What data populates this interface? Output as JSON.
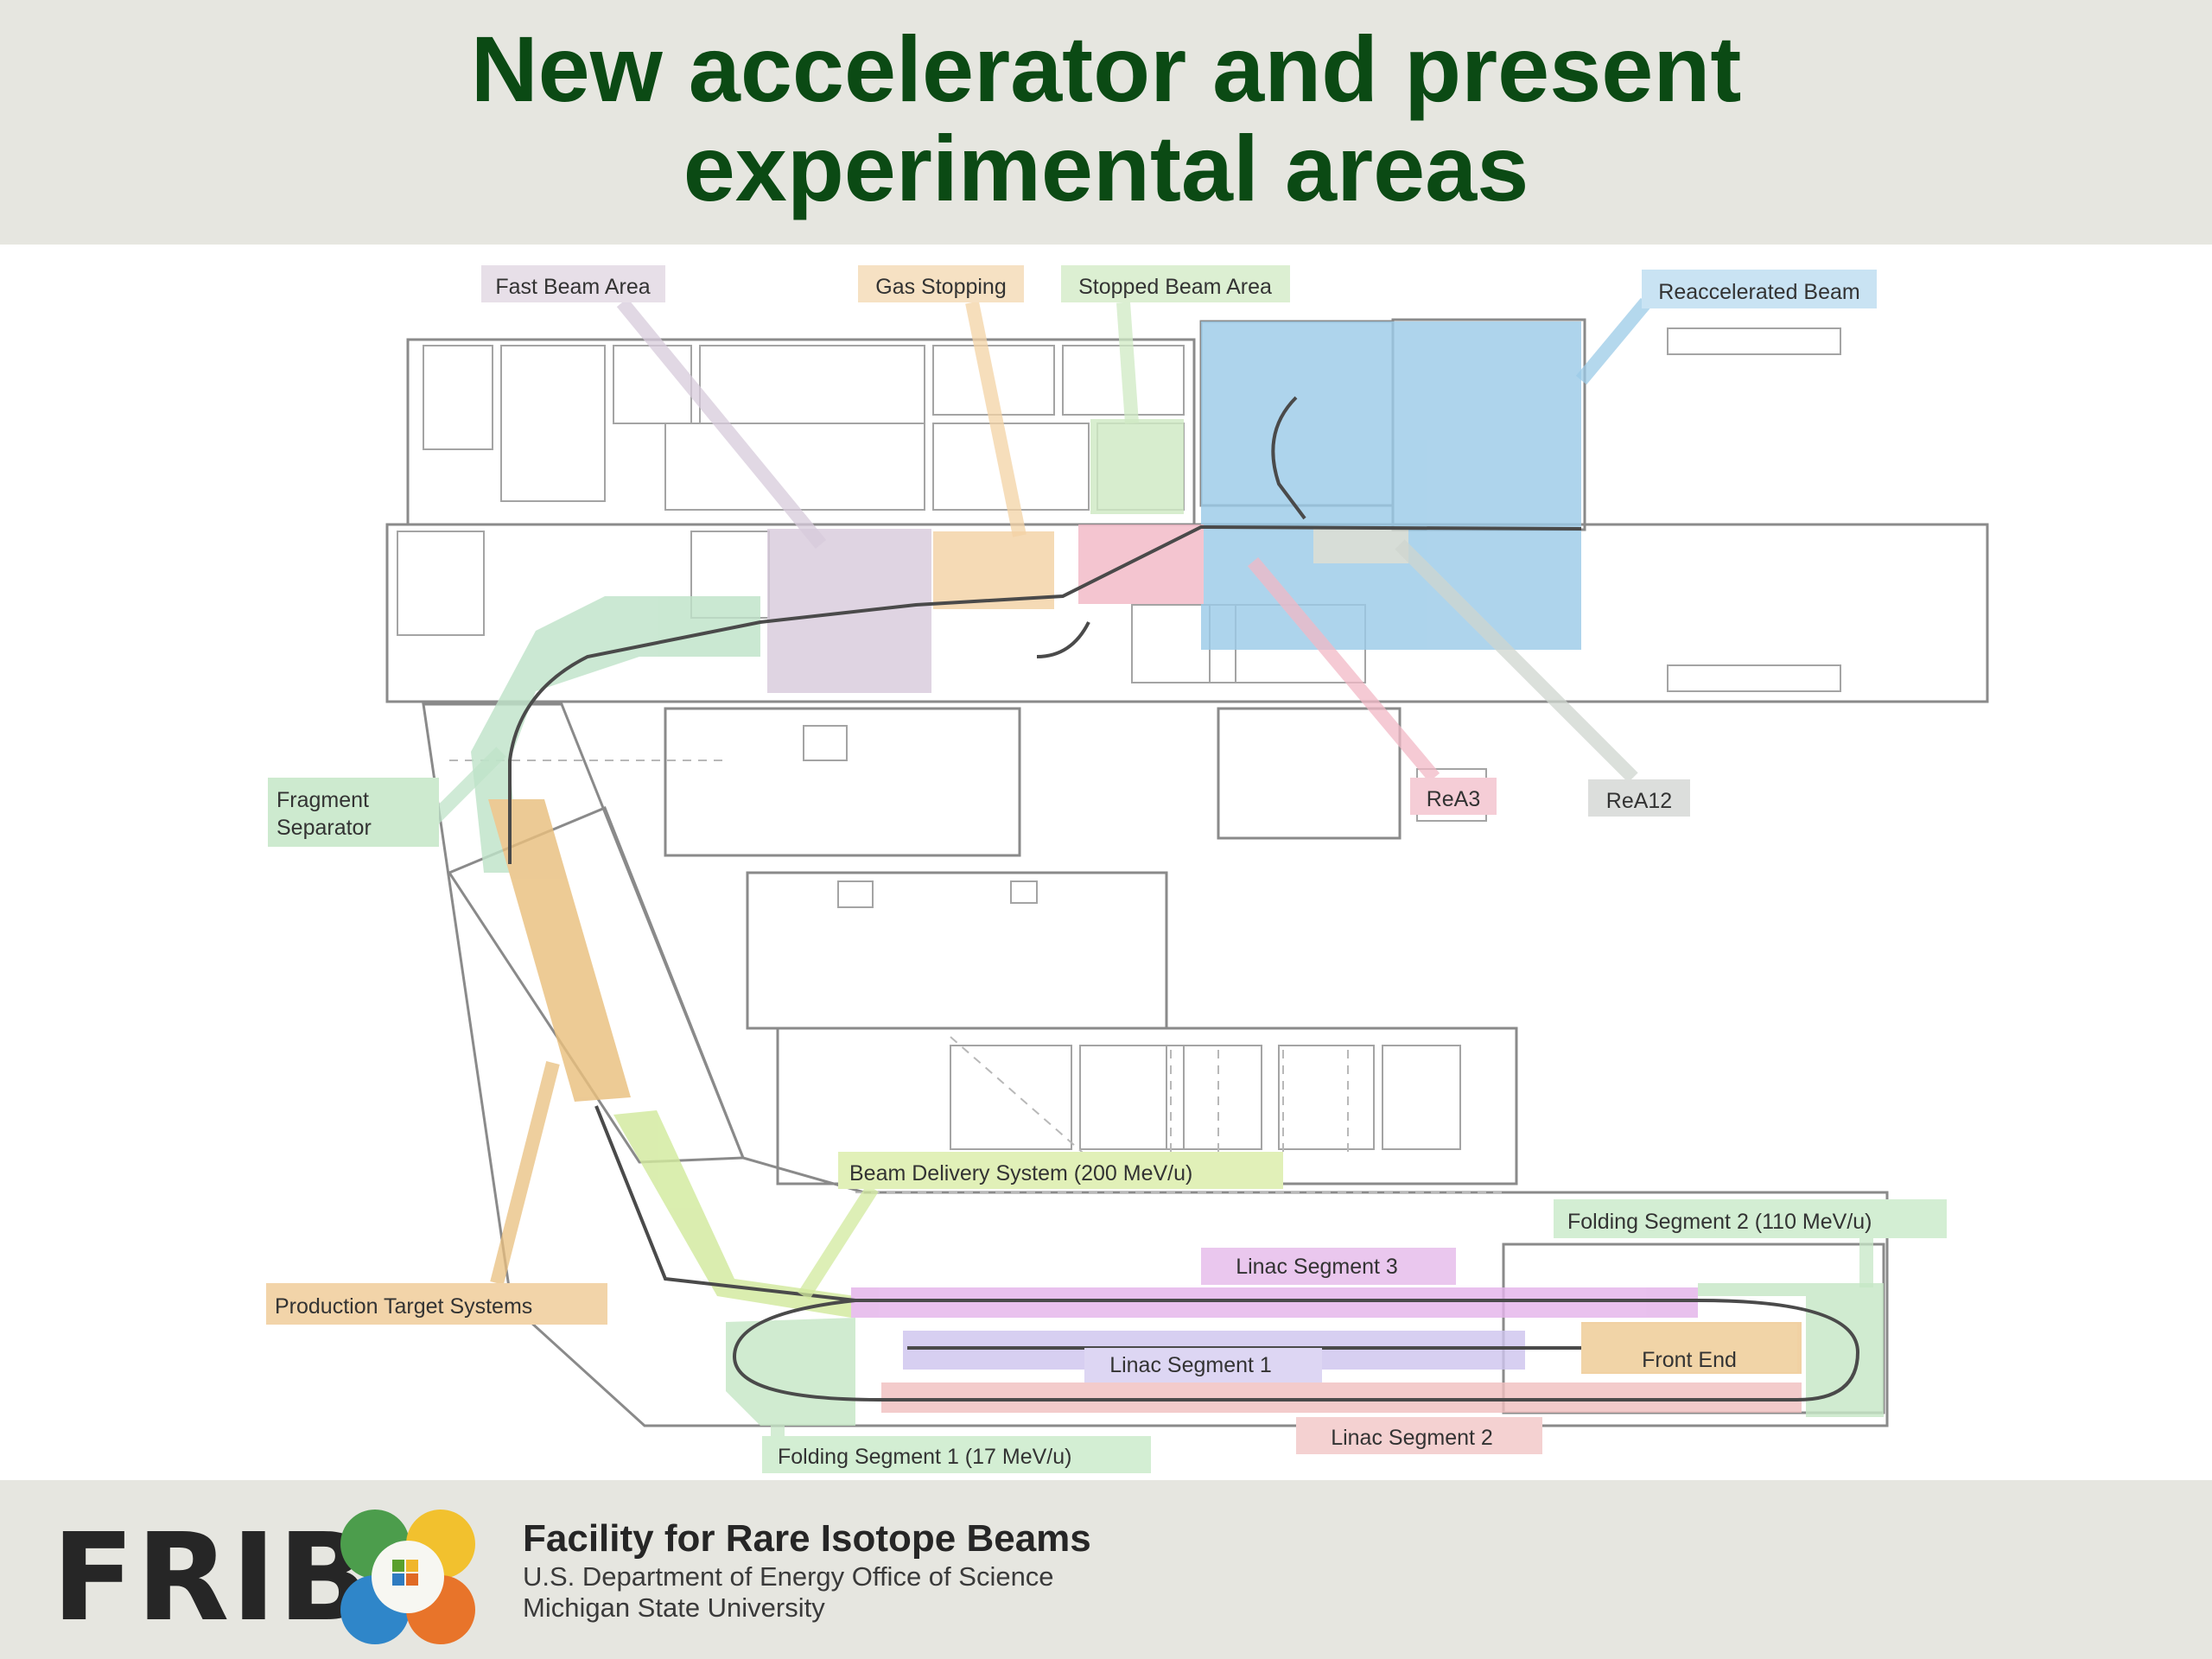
{
  "slide": {
    "title_line1": "New accelerator and present",
    "title_line2": "experimental areas"
  },
  "labels": {
    "fast_beam_area": "Fast Beam Area",
    "gas_stopping": "Gas Stopping",
    "stopped_beam_area": "Stopped Beam Area",
    "reaccelerated_beam": "Reaccelerated Beam",
    "fragment_separator_1": "Fragment",
    "fragment_separator_2": "Separator",
    "rea3": "ReA3",
    "rea12": "ReA12",
    "beam_delivery": "Beam Delivery System (200 MeV/u)",
    "folding_segment_2": "Folding Segment 2 (110 MeV/u)",
    "linac_segment_3": "Linac Segment 3",
    "production_target": "Production Target Systems",
    "linac_segment_1": "Linac Segment 1",
    "front_end": "Front End",
    "linac_segment_2": "Linac Segment 2",
    "folding_segment_1": "Folding Segment 1 (17 MeV/u)"
  },
  "footer": {
    "logo_word": "FRIB",
    "org_name": "Facility for Rare Isotope Beams",
    "org_line2": "U.S. Department of Energy Office of Science",
    "org_line3": "Michigan State University"
  },
  "colors": {
    "title_green": "#0b4a14",
    "band_gray": "#e6e6e0",
    "fast_beam": "#d8cbdc",
    "gas_stopping": "#f4d3a5",
    "stopped_beam": "#cfeac4",
    "reaccelerated": "#9ccbe8",
    "fragment_separator": "#bfe3c9",
    "rea3": "#f2b9c6",
    "rea12": "#cfd6cf",
    "beam_delivery": "#d2ea9e",
    "folding": "#c6e7c6",
    "linac3": "#e4b3ea",
    "production": "#e9bf7e",
    "linac1": "#cfc5ef",
    "front_end": "#efc88f",
    "linac2": "#f1c0c0"
  }
}
